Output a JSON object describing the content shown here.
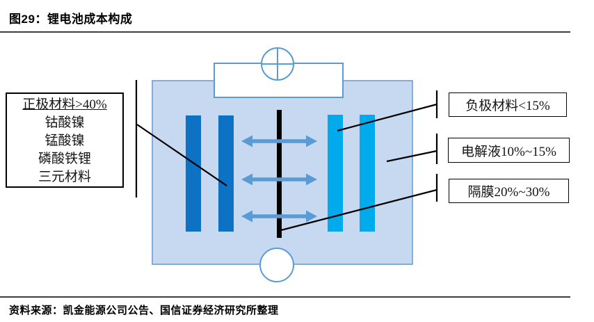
{
  "title": "图29：锂电池成本构成",
  "source": "资料来源：凯金能源公司公告、国信证券经济研究所整理",
  "labels": {
    "cathode": {
      "title": "正极材料>40%",
      "items": [
        "钴酸镍",
        "锰酸镍",
        "磷酸铁锂",
        "三元材料"
      ]
    },
    "anode": "负极材料<15%",
    "electrolyte": "电解液10%~15%",
    "separator": "隔膜20%~30%"
  },
  "colors": {
    "cell_fill": "#c6d9f0",
    "cell_border": "#6699cf",
    "circuit_border": "#5b9bd5",
    "cathode_bar": "#0d72c4",
    "anode_bar": "#00aaec",
    "ion_arrow": "#5b9bd5",
    "separator": "#000000",
    "annotation": "#000000",
    "rule": "#3f3f3f"
  }
}
